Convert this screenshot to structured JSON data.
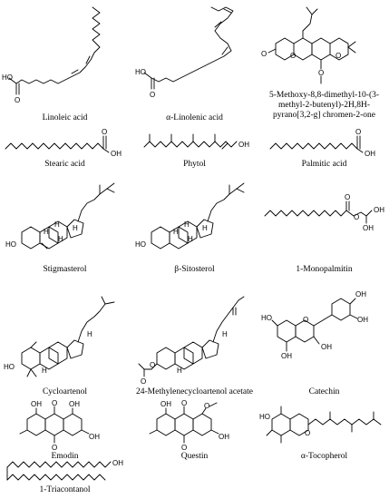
{
  "compounds": [
    {
      "name": "Linoleic acid",
      "atoms": [
        "HO",
        "O"
      ]
    },
    {
      "name": "α-Linolenic acid",
      "atoms": [
        "HO",
        "O"
      ]
    },
    {
      "name": "5-Methoxy-8,8-dimethyl-10-(3-methyl-2-butenyl)-2H,8H-pyrano[3,2-g] chromen-2-one",
      "atoms": [
        "O",
        "O",
        "O",
        "O"
      ]
    },
    {
      "name": "Stearic acid",
      "atoms": [
        "OH",
        "O"
      ]
    },
    {
      "name": "Phytol",
      "atoms": [
        "OH"
      ]
    },
    {
      "name": "Palmitic acid",
      "atoms": [
        "OH",
        "O"
      ]
    },
    {
      "name": "Stigmasterol",
      "atoms": [
        "HO",
        "H",
        "H",
        "H",
        "H"
      ]
    },
    {
      "name": "β-Sitosterol",
      "atoms": [
        "HO",
        "H",
        "H",
        "H",
        "H"
      ]
    },
    {
      "name": "1-Monopalmitin",
      "atoms": [
        "O",
        "O",
        "OH",
        "OH"
      ]
    },
    {
      "name": "Cycloartenol",
      "atoms": [
        "HO",
        "H",
        "H"
      ]
    },
    {
      "name": "24-Methylenecycloartenol acetate",
      "atoms": [
        "O",
        "O",
        "H",
        "H"
      ]
    },
    {
      "name": "Catechin",
      "atoms": [
        "HO",
        "O",
        "OH",
        "OH",
        "OH",
        "OH"
      ]
    },
    {
      "name": "Emodin",
      "atoms": [
        "OH",
        "O",
        "OH",
        "O",
        "OH"
      ]
    },
    {
      "name": "Questin",
      "atoms": [
        "OH",
        "O",
        "O",
        "O",
        "OH"
      ]
    },
    {
      "name": "α-Tocopherol",
      "atoms": [
        "HO",
        "O"
      ]
    },
    {
      "name": "1-Triacontanol",
      "atoms": [
        "OH"
      ]
    }
  ]
}
